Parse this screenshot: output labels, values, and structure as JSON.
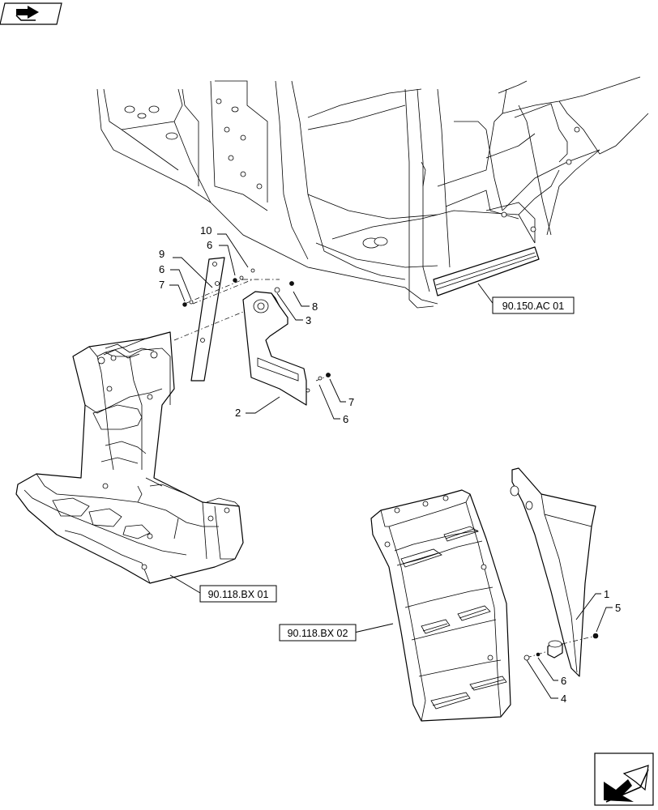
{
  "callouts": {
    "c10": "10",
    "c6_top": "6",
    "c9": "9",
    "c6_left": "6",
    "c7_left": "7",
    "c8": "8",
    "c3": "3",
    "c7_right": "7",
    "c2": "2",
    "c6_right": "6",
    "c1": "1",
    "c5": "5",
    "c6_step": "6",
    "c4": "4"
  },
  "references": {
    "cab_floor": "90.150.AC 01",
    "platform": "90.118.BX 01",
    "step": "90.118.BX 02"
  },
  "icons": {
    "top_left": "book-arrow-icon",
    "bottom_right": "next-page-arrow-icon"
  }
}
